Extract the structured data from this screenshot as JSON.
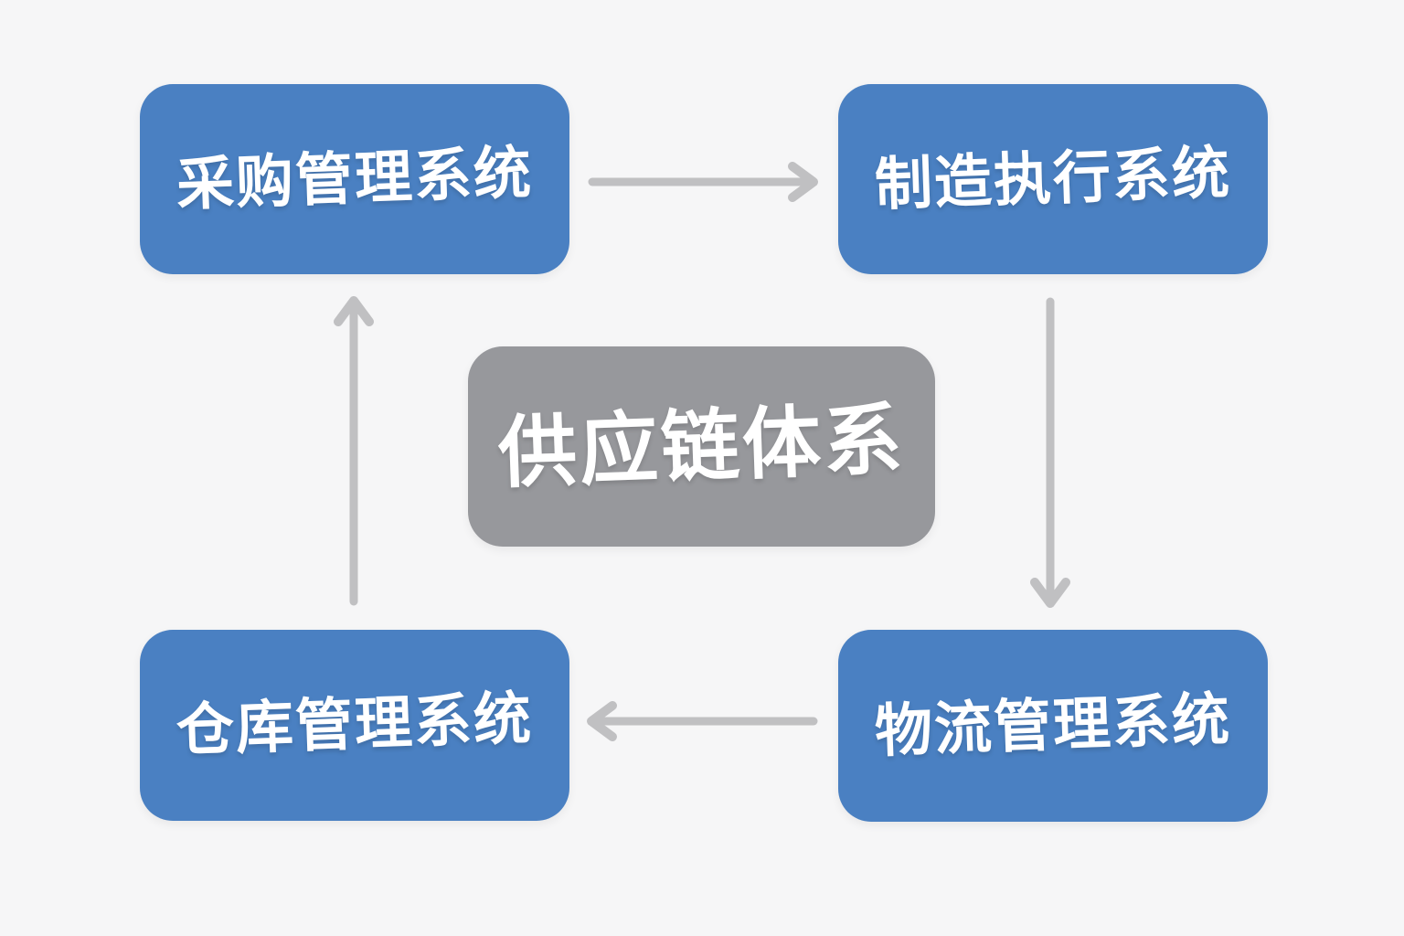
{
  "diagram": {
    "title": "供应链体系",
    "nodes": [
      {
        "id": "procurement",
        "label": "采购管理系统",
        "position": "top-left"
      },
      {
        "id": "manufacturing-execution",
        "label": "制造执行系统",
        "position": "top-right"
      },
      {
        "id": "logistics",
        "label": "物流管理系统",
        "position": "bottom-right"
      },
      {
        "id": "warehouse",
        "label": "仓库管理系统",
        "position": "bottom-left"
      }
    ],
    "edges": [
      {
        "from": "采购管理系统",
        "to": "制造执行系统",
        "direction": "right"
      },
      {
        "from": "制造执行系统",
        "to": "物流管理系统",
        "direction": "down"
      },
      {
        "from": "物流管理系统",
        "to": "仓库管理系统",
        "direction": "left"
      },
      {
        "from": "仓库管理系统",
        "to": "采购管理系统",
        "direction": "up"
      }
    ],
    "colors": {
      "node_fill": "#4a80c2",
      "center_fill": "#97989c",
      "arrow": "#c0c0c2",
      "text": "#ffffff",
      "background": "#f6f6f7"
    }
  }
}
